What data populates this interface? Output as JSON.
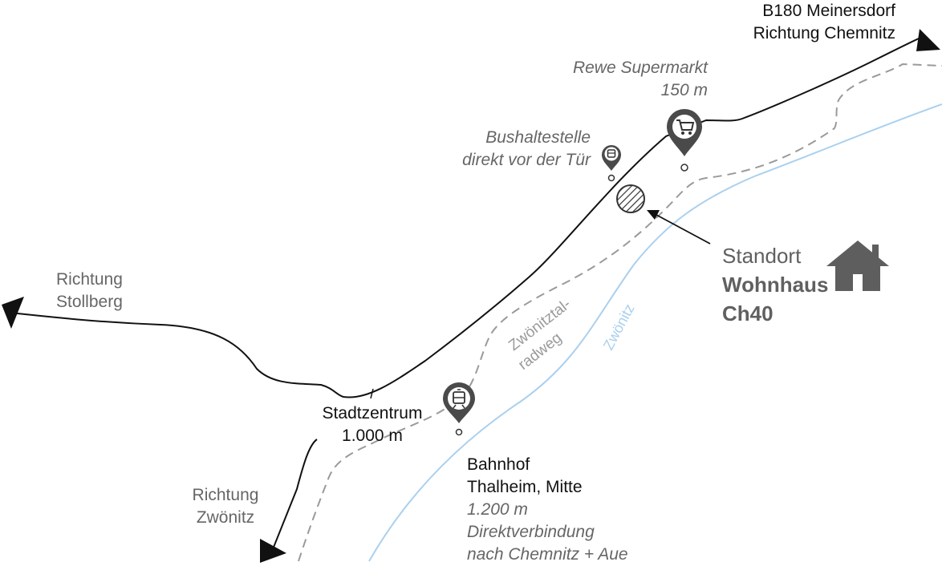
{
  "labels": {
    "b180_line1": "B180 Meinersdorf",
    "b180_line2": "Richtung Chemnitz",
    "rewe_name": "Rewe Supermarkt",
    "rewe_distance": "150 m",
    "bus_line1": "Bushaltestelle",
    "bus_line2": "direkt vor der Tür",
    "stollberg_line1": "Richtung",
    "stollberg_line2": "Stollberg",
    "stadtzentrum_name": "Stadtzentrum",
    "stadtzentrum_distance": "1.000 m",
    "zwoenitz_line1": "Richtung",
    "zwoenitz_line2": "Zwönitz",
    "bahnhof_line1": "Bahnhof",
    "bahnhof_line2": "Thalheim, Mitte",
    "bahnhof_distance": "1.200 m",
    "bahnhof_note1": "Direktverbindung",
    "bahnhof_note2": "nach Chemnitz + Aue",
    "radweg_line1": "Zwönitztal-",
    "radweg_line2": "radweg",
    "river": "Zwönitz",
    "standort_line1": "Standort",
    "standort_line2": "Wohnhaus",
    "standort_line3": "Ch40"
  },
  "icons": {
    "supermarket": "shopping-cart-pin",
    "bus": "bus-stop-pin",
    "train": "tram-pin",
    "location": "hatched-circle",
    "house": "house-icon"
  },
  "colors": {
    "road": "#111111",
    "bikepath": "#9a9a9a",
    "river": "#aad0ee",
    "pin": "#4a4a4a",
    "house": "#5e5e5e"
  }
}
